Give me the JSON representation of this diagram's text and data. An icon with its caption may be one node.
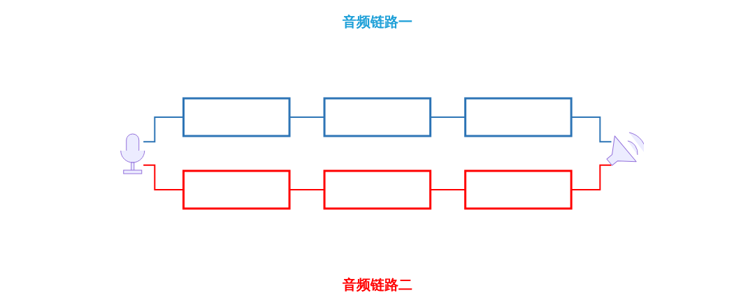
{
  "diagram": {
    "nodes": [
      {
        "text": [],
        "shape": "picture"
      },
      {
        "text": [],
        "shape": "box"
      },
      {
        "text": [],
        "shape": "box"
      },
      {
        "text": [],
        "shape": "box"
      },
      {
        "text": [],
        "shape": "picture"
      },
      {
        "text": [],
        "shape": "box"
      },
      {
        "text": [],
        "shape": "box"
      },
      {
        "text": [],
        "shape": "box"
      }
    ],
    "edges": [
      {
        "from": 0,
        "to": 1,
        "arrow": "none",
        "color": "#2e75b6"
      },
      {
        "from": 1,
        "to": 2,
        "arrow": "none",
        "color": "#2e75b6"
      },
      {
        "from": 2,
        "to": 3,
        "arrow": "none",
        "color": "#2e75b6"
      },
      {
        "from": 3,
        "to": 4,
        "arrow": "none",
        "color": "#2e75b6"
      },
      {
        "from": 0,
        "to": 5,
        "arrow": "none",
        "color": "#ff0000"
      },
      {
        "from": 5,
        "to": 6,
        "arrow": "none",
        "color": "#ff0000"
      },
      {
        "from": 6,
        "to": 7,
        "arrow": "none",
        "color": "#ff0000"
      },
      {
        "from": 7,
        "to": 4,
        "arrow": "none",
        "color": "#ff0000"
      }
    ],
    "labels": [
      "音频链路一",
      "音频链路二"
    ]
  }
}
